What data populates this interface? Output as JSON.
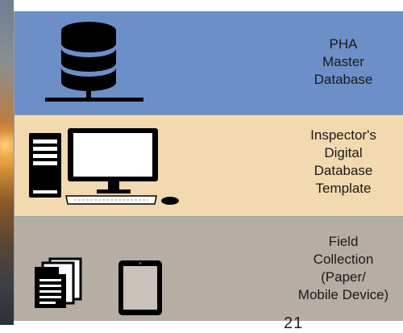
{
  "tiers": {
    "master": {
      "label": "PHA\nMaster\nDatabase",
      "icon": "database-server-icon"
    },
    "inspector": {
      "label": "Inspector's\nDigital\nDatabase\nTemplate",
      "icon": "desktop-computer-icon"
    },
    "field": {
      "label": "Field\nCollection\n(Paper/\nMobile Device)",
      "icons": [
        "paper-documents-icon",
        "tablet-icon"
      ]
    }
  },
  "page_number": "21",
  "colors": {
    "master_bg": "#6d8fc7",
    "inspector_bg": "#f3d9af",
    "field_bg": "#b6aea5"
  }
}
